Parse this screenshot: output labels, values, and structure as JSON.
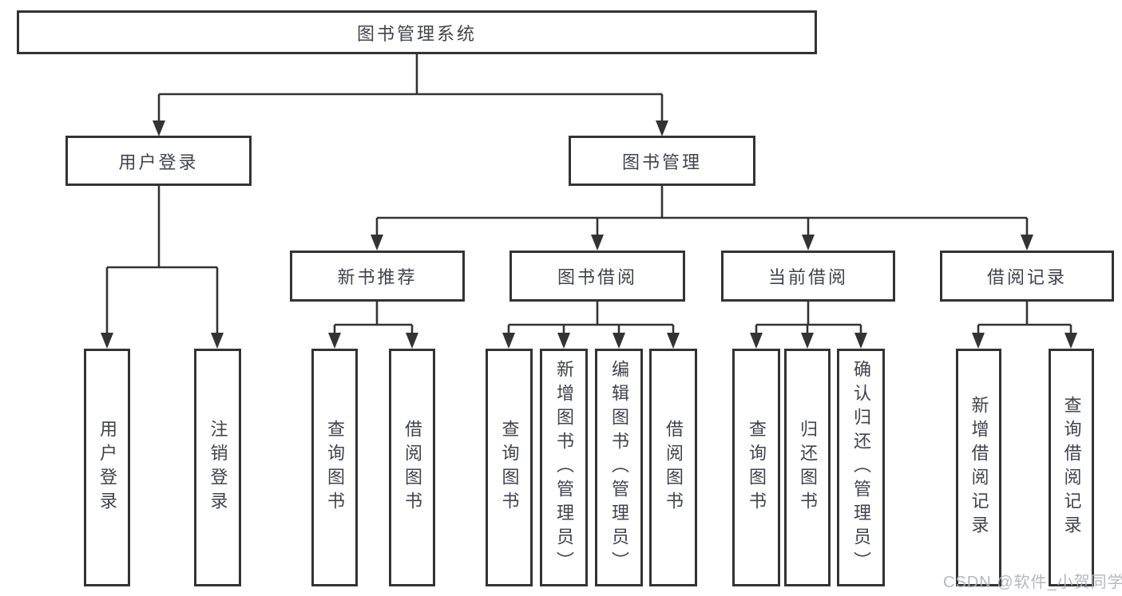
{
  "diagram": {
    "type": "functional-structure-tree",
    "tree": {
      "root": {
        "label": "图书管理系统"
      },
      "children": [
        {
          "label": "用户登录",
          "children": [
            {
              "label": "用户登录"
            },
            {
              "label": "注销登录"
            }
          ]
        },
        {
          "label": "图书管理",
          "children": [
            {
              "label": "新书推荐",
              "children": [
                {
                  "label": "查询图书"
                },
                {
                  "label": "借阅图书"
                }
              ]
            },
            {
              "label": "图书借阅",
              "children": [
                {
                  "label": "查询图书"
                },
                {
                  "label": "新增图书（管理员）"
                },
                {
                  "label": "编辑图书（管理员）"
                },
                {
                  "label": "借阅图书"
                }
              ]
            },
            {
              "label": "当前借阅",
              "children": [
                {
                  "label": "查询图书"
                },
                {
                  "label": "归还图书"
                },
                {
                  "label": "确认归还（管理员）"
                }
              ]
            },
            {
              "label": "借阅记录",
              "children": [
                {
                  "label": "新增借阅记录"
                },
                {
                  "label": "查询借阅记录"
                }
              ]
            }
          ]
        }
      ]
    },
    "colors": {
      "line": "#333333",
      "box_border": "#333333",
      "box_fill": "#ffffff",
      "text": "#40434e",
      "watermark": "#adb0ba"
    }
  },
  "watermark": {
    "text": "CSDN @软件_小贺同学"
  }
}
